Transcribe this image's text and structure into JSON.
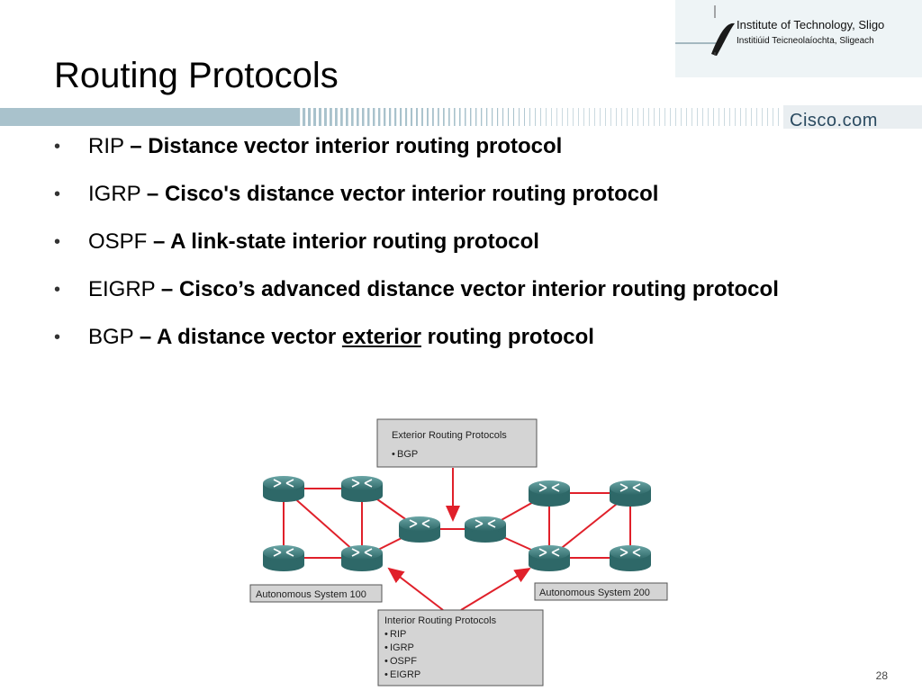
{
  "header": {
    "title": "Routing Protocols",
    "logo_line1": "Institute of Technology, Sligo",
    "logo_line2": "Institiúid Teicneolaíochta, Sligeach",
    "cisco_brand": "Cisco.com"
  },
  "bullets": [
    {
      "name": "RIP",
      "desc": "– Distance vector interior routing protocol"
    },
    {
      "name": "IGRP",
      "desc": "– Cisco's distance vector interior routing protocol"
    },
    {
      "name": "OSPF",
      "desc": "– A link-state interior routing protocol"
    },
    {
      "name": "EIGRP",
      "desc": "– Cisco’s advanced distance vector interior routing protocol"
    },
    {
      "name": "BGP",
      "desc_before": "– A distance vector",
      "desc_underlined": "exterior",
      "desc_after": "routing protocol"
    }
  ],
  "diagram": {
    "exterior_box": {
      "title": "Exterior Routing Protocols",
      "items": [
        "BGP"
      ]
    },
    "interior_box": {
      "title": "Interior Routing Protocols",
      "items": [
        "RIP",
        "IGRP",
        "OSPF",
        "EIGRP"
      ]
    },
    "as_left": "Autonomous System 100",
    "as_right": "Autonomous System 200"
  },
  "page_number": "28",
  "colors": {
    "link": "#e0202a",
    "box_fill": "#d4d4d4",
    "router": "#4a8a8a",
    "band": "#a9c2cc"
  }
}
